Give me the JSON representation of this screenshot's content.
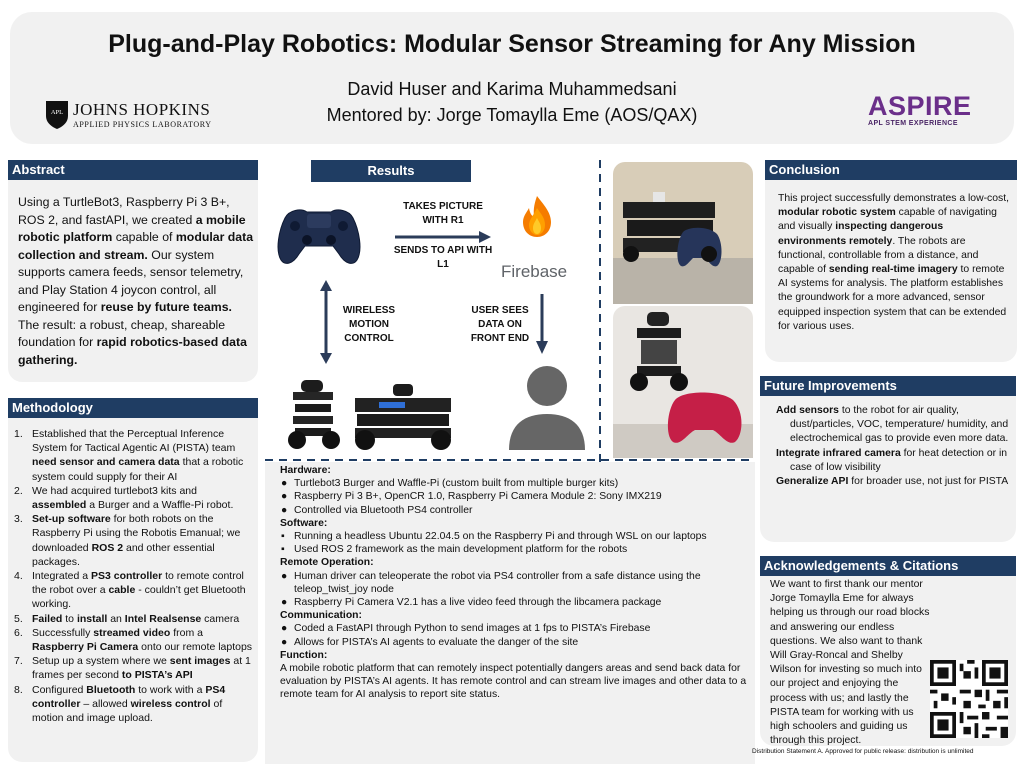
{
  "header": {
    "title": "Plug-and-Play Robotics: Modular Sensor Streaming for Any Mission",
    "authors": "David Huser and Karima Muhammedsani",
    "mentor": "Mentored by: Jorge Tomaylla Eme (AOS/QAX)",
    "jhu_name": "JOHNS HOPKINS",
    "jhu_sub": "APPLIED PHYSICS LABORATORY",
    "jhu_badge": "APL",
    "aspire_word": "ASPIRE",
    "aspire_sub": "APL STEM EXPERIENCE"
  },
  "abstract": {
    "heading": "Abstract",
    "parts": [
      {
        "t": "Using a TurtleBot3, Raspberry Pi 3 B+, ROS 2, and fastAPI, we created ",
        "b": false
      },
      {
        "t": "a mobile robotic platform",
        "b": true
      },
      {
        "t": " capable of ",
        "b": false
      },
      {
        "t": "modular data collection and stream.",
        "b": true
      },
      {
        "t": " Our system supports camera feeds, sensor telemetry, and Play Station 4 joycon control, all engineered for ",
        "b": false
      },
      {
        "t": "reuse by future teams.",
        "b": true
      },
      {
        "t": " The result: a robust, cheap, shareable foundation for ",
        "b": false
      },
      {
        "t": "rapid robotics-based data gathering.",
        "b": true
      }
    ]
  },
  "methodology": {
    "heading": "Methodology",
    "items": [
      [
        {
          "t": "Established that the Perceptual Inference System for Tactical Agentic AI (PISTA) team ",
          "b": false
        },
        {
          "t": "need sensor and camera data",
          "b": true
        },
        {
          "t": " that a robotic system could supply for their AI",
          "b": false
        }
      ],
      [
        {
          "t": "We had acquired turtlebot3 kits and ",
          "b": false
        },
        {
          "t": "assembled",
          "b": true
        },
        {
          "t": " a Burger and a Waffle-Pi robot.",
          "b": false
        }
      ],
      [
        {
          "t": "Set-up software",
          "b": true
        },
        {
          "t": " for both robots on the Raspberry Pi using the Robotis Emanual; we downloaded ",
          "b": false
        },
        {
          "t": "ROS 2",
          "b": true
        },
        {
          "t": " and other essential packages.",
          "b": false
        }
      ],
      [
        {
          "t": "Integrated a ",
          "b": false
        },
        {
          "t": "PS3 controller",
          "b": true
        },
        {
          "t": " to remote control the robot over a ",
          "b": false
        },
        {
          "t": "cable",
          "b": true
        },
        {
          "t": " - couldn’t get Bluetooth working.",
          "b": false
        }
      ],
      [
        {
          "t": "Failed",
          "b": true
        },
        {
          "t": " to ",
          "b": false
        },
        {
          "t": "install",
          "b": true
        },
        {
          "t": " an ",
          "b": false
        },
        {
          "t": "Intel Realsense",
          "b": true
        },
        {
          "t": " camera",
          "b": false
        }
      ],
      [
        {
          "t": "Successfully ",
          "b": false
        },
        {
          "t": "streamed video",
          "b": true
        },
        {
          "t": " from a ",
          "b": false
        },
        {
          "t": "Raspberry Pi Camera",
          "b": true
        },
        {
          "t": " onto our remote laptops",
          "b": false
        }
      ],
      [
        {
          "t": "Setup up a system where we ",
          "b": false
        },
        {
          "t": "sent images",
          "b": true
        },
        {
          "t": " at 1 frames per second ",
          "b": false
        },
        {
          "t": "to PISTA’s API",
          "b": true
        }
      ],
      [
        {
          "t": "Configured ",
          "b": false
        },
        {
          "t": "Bluetooth",
          "b": true
        },
        {
          "t": " to work with a ",
          "b": false
        },
        {
          "t": "PS4 controller",
          "b": true
        },
        {
          "t": " – allowed ",
          "b": false
        },
        {
          "t": "wireless control",
          "b": true
        },
        {
          "t": " of motion and image upload.",
          "b": false
        }
      ]
    ]
  },
  "results": {
    "heading": "Results",
    "takes_picture": "TAKES PICTURE WITH R1",
    "sends_api": "SENDS TO API WITH L1",
    "firebase": "Firebase",
    "wireless": "WIRELESS MOTION CONTROL",
    "user_sees": "USER SEES DATA ON FRONT END"
  },
  "details": {
    "sections": [
      {
        "heading": "Hardware:",
        "bullet": "●",
        "items": [
          "Turtlebot3 Burger and Waffle-Pi (custom built from multiple burger kits)",
          "Raspberry Pi 3 B+, OpenCR 1.0, Raspberry Pi Camera Module 2: Sony IMX219",
          "Controlled via Bluetooth PS4 controller"
        ]
      },
      {
        "heading": "Software:",
        "bullet": "▪",
        "items": [
          "Running a headless Ubuntu 22.04.5 on the Raspberry Pi and through WSL on our laptops",
          "Used ROS 2 framework as the main development platform for the robots"
        ]
      },
      {
        "heading": "Remote Operation:",
        "bullet": "●",
        "items": [
          "Human driver can teleoperate the robot via PS4 controller from a safe distance using the teleop_twist_joy node",
          "Raspberry Pi Camera V2.1 has a live video feed through the libcamera package"
        ]
      },
      {
        "heading": "Communication:",
        "bullet": "●",
        "items": [
          "Coded a FastAPI through Python to send images at 1 fps to PISTA’s Firebase",
          "Allows for PISTA’s AI agents to evaluate the danger of the site"
        ]
      }
    ],
    "function_heading": "Function:",
    "function_text": "A mobile robotic platform that can remotely inspect potentially dangers areas and send back data for evaluation by PISTA’s AI agents. It has remote control and can stream live images and other data to a remote team for AI analysis to report site status."
  },
  "conclusion": {
    "heading": "Conclusion",
    "parts": [
      {
        "t": "This project successfully demonstrates a low-cost, ",
        "b": false
      },
      {
        "t": "modular robotic system",
        "b": true
      },
      {
        "t": " capable of navigating and visually ",
        "b": false
      },
      {
        "t": "inspecting dangerous environments remotely",
        "b": true
      },
      {
        "t": ". The robots are functional, controllable from a distance, and capable of ",
        "b": false
      },
      {
        "t": "sending real-time imagery",
        "b": true
      },
      {
        "t": " to remote AI systems for analysis. The platform establishes the groundwork for a more advanced, sensor equipped inspection system that can be extended for various uses.",
        "b": false
      }
    ]
  },
  "future": {
    "heading": "Future Improvements",
    "items": [
      [
        {
          "t": "Add sensors",
          "b": true
        },
        {
          "t": " to the robot for air quality, dust/particles, VOC, temperature/ humidity, and electrochemical gas to provide even more data.",
          "b": false
        }
      ],
      [
        {
          "t": "Integrate infrared camera",
          "b": true
        },
        {
          "t": " for heat detection or in case of low visibility",
          "b": false
        }
      ],
      [
        {
          "t": "Generalize API",
          "b": true
        },
        {
          "t": " for broader use, not just for PISTA",
          "b": false
        }
      ]
    ]
  },
  "acknowledgements": {
    "heading": "Acknowledgements & Citations",
    "text": "We want to first thank our mentor Jorge Tomaylla Eme for always helping us through our road blocks and answering our endless questions. We also want to thank Will Gray-Roncal and Shelby Wilson for investing so much into our project and enjoying the process with us; and lastly the PISTA team for working with us high schoolers and guiding us through this project."
  },
  "footer": {
    "disclaimer": "Distribution Statement A. Approved for public release: distribution is unlimited"
  },
  "colors": {
    "heading_bg": "#1f3d63",
    "panel_bg": "#f1f1f1",
    "aspire": "#6b2f8a",
    "firebase_text": "#5f6368"
  }
}
